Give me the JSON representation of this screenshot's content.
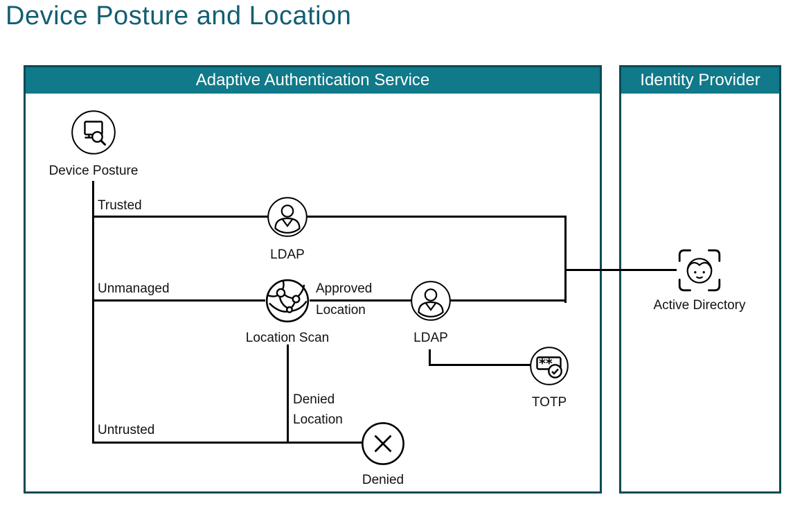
{
  "page_title": "Device Posture and Location",
  "colors": {
    "title_text": "#135e72",
    "header_bg": "#10798a",
    "box_border": "#094a56",
    "header_text": "#ffffff",
    "connector": "#000000"
  },
  "containers": {
    "adaptive_auth": {
      "title": "Adaptive Authentication Service"
    },
    "identity_provider": {
      "title": "Identity Provider"
    }
  },
  "nodes": {
    "device_posture": {
      "label": "Device Posture",
      "icon": "device-posture-scan-icon"
    },
    "ldap_trusted": {
      "label": "LDAP",
      "icon": "user-icon"
    },
    "location_scan": {
      "label": "Location Scan",
      "icon": "globe-network-icon"
    },
    "ldap_location": {
      "label": "LDAP",
      "icon": "user-icon"
    },
    "totp": {
      "label": "TOTP",
      "icon": "password-check-icon"
    },
    "denied": {
      "label": "Denied",
      "icon": "x-circle-icon"
    },
    "active_directory": {
      "label": "Active Directory",
      "icon": "face-scan-icon"
    }
  },
  "edge_labels": {
    "trusted": "Trusted",
    "unmanaged": "Unmanaged",
    "untrusted": "Untrusted",
    "approved_location_line1": "Approved",
    "approved_location_line2": "Location",
    "denied_location_line1": "Denied",
    "denied_location_line2": "Location"
  }
}
